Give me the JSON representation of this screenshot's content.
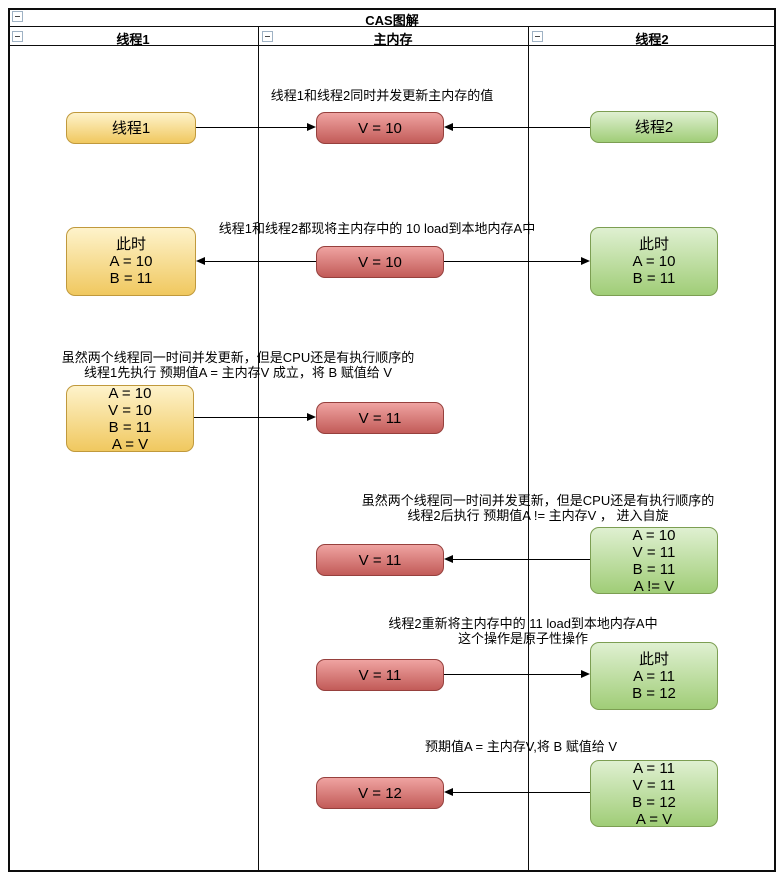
{
  "header": {
    "title": "CAS图解",
    "lanes": [
      {
        "label": "线程1"
      },
      {
        "label": "主内存"
      },
      {
        "label": "线程2"
      }
    ]
  },
  "icons": {
    "collapse": "minus-square"
  },
  "colors": {
    "thread1_fill_top": "#FEF3CB",
    "thread1_fill_bottom": "#F0C85F",
    "thread1_border": "#C0993C",
    "memory_fill_top": "#EFA3A1",
    "memory_fill_bottom": "#C25B58",
    "memory_border": "#96403D",
    "thread2_fill_top": "#DFF0D1",
    "thread2_fill_bottom": "#A0CD77",
    "thread2_border": "#7C9E52",
    "frame_border": "#0D0D0D"
  },
  "rows": {
    "r1": {
      "note": "线程1和线程2同时并发更新主内存的值",
      "thread1": [
        "线程1"
      ],
      "memory": [
        "V = 10"
      ],
      "thread2": [
        "线程2"
      ]
    },
    "r2": {
      "note": "线程1和线程2都现将主内存中的 10 load到本地内存A中",
      "thread1": [
        "此时",
        "A = 10",
        "B = 11"
      ],
      "memory": [
        "V = 10"
      ],
      "thread2": [
        "此时",
        "A = 10",
        "B = 11"
      ]
    },
    "r3": {
      "note_line1": "虽然两个线程同一时间并发更新，但是CPU还是有执行顺序的",
      "note_line2": "线程1先执行 预期值A = 主内存V 成立，将 B 赋值给 V",
      "thread1": [
        "A = 10",
        "V = 10",
        "B = 11",
        "A = V"
      ],
      "memory": [
        "V = 11"
      ]
    },
    "r4": {
      "note_line1": "虽然两个线程同一时间并发更新，但是CPU还是有执行顺序的",
      "note_line2": "线程2后执行 预期值A != 主内存V ， 进入自旋",
      "memory": [
        "V = 11"
      ],
      "thread2": [
        "A = 10",
        "V = 11",
        "B = 11",
        "A != V"
      ]
    },
    "r5": {
      "note_line1": "线程2重新将主内存中的 11 load到本地内存A中",
      "note_line2": "这个操作是原子性操作",
      "memory": [
        "V = 11"
      ],
      "thread2": [
        "此时",
        "A = 11",
        "B = 12"
      ]
    },
    "r6": {
      "note": "预期值A = 主内存V,将 B 赋值给 V",
      "memory": [
        "V = 12"
      ],
      "thread2": [
        "A = 11",
        "V = 11",
        "B = 12",
        "A = V"
      ]
    }
  }
}
